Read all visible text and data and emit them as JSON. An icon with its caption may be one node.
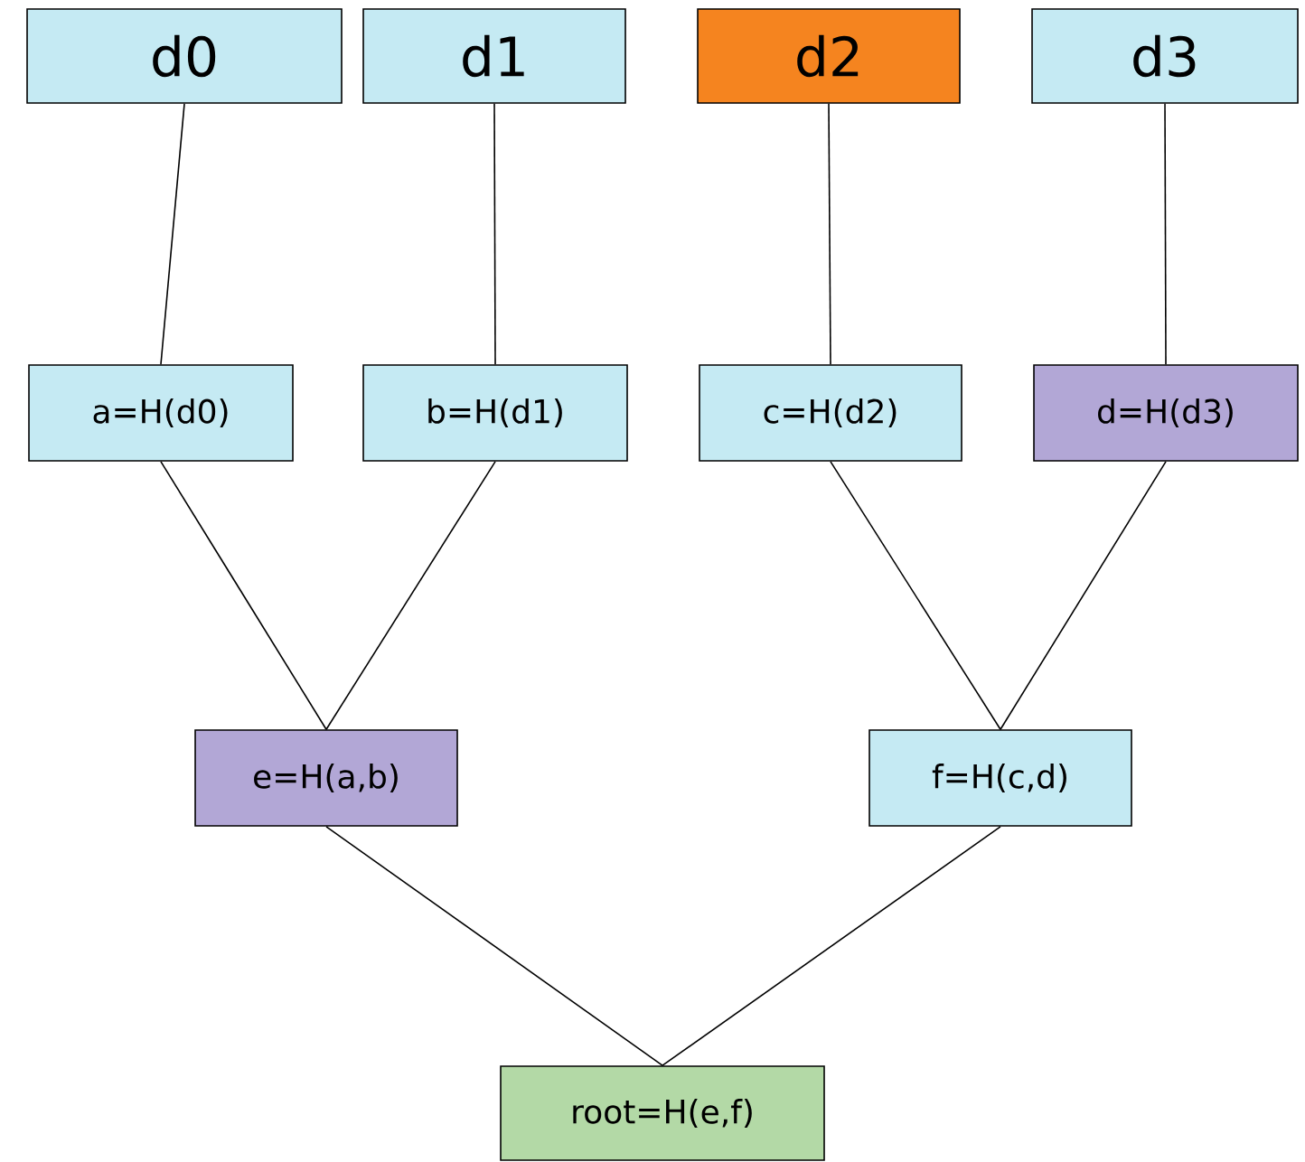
{
  "diagram": {
    "nodes": [
      {
        "text": [
          "d0"
        ]
      },
      {
        "text": [
          "d1"
        ]
      },
      {
        "text": [
          "d2"
        ]
      },
      {
        "text": [
          "d3"
        ]
      },
      {
        "text": [
          "a=H(d0)"
        ]
      },
      {
        "text": [
          "b=H(d1)"
        ]
      },
      {
        "text": [
          "c=H(d2)"
        ]
      },
      {
        "text": [
          "d=H(d3)"
        ]
      },
      {
        "text": [
          "e=H(a,b)"
        ]
      },
      {
        "text": [
          "f=H(c,d)"
        ]
      },
      {
        "text": [
          "root=H(e,f)"
        ]
      }
    ],
    "edges": [
      {
        "from": 0,
        "to": 4,
        "arrow": "none"
      },
      {
        "from": 1,
        "to": 5,
        "arrow": "none"
      },
      {
        "from": 2,
        "to": 6,
        "arrow": "none"
      },
      {
        "from": 3,
        "to": 7,
        "arrow": "none"
      },
      {
        "from": 4,
        "to": 8,
        "arrow": "none"
      },
      {
        "from": 5,
        "to": 8,
        "arrow": "none"
      },
      {
        "from": 6,
        "to": 9,
        "arrow": "none"
      },
      {
        "from": 7,
        "to": 9,
        "arrow": "none"
      },
      {
        "from": 8,
        "to": 10,
        "arrow": "none"
      },
      {
        "from": 9,
        "to": 10,
        "arrow": "none"
      }
    ]
  }
}
